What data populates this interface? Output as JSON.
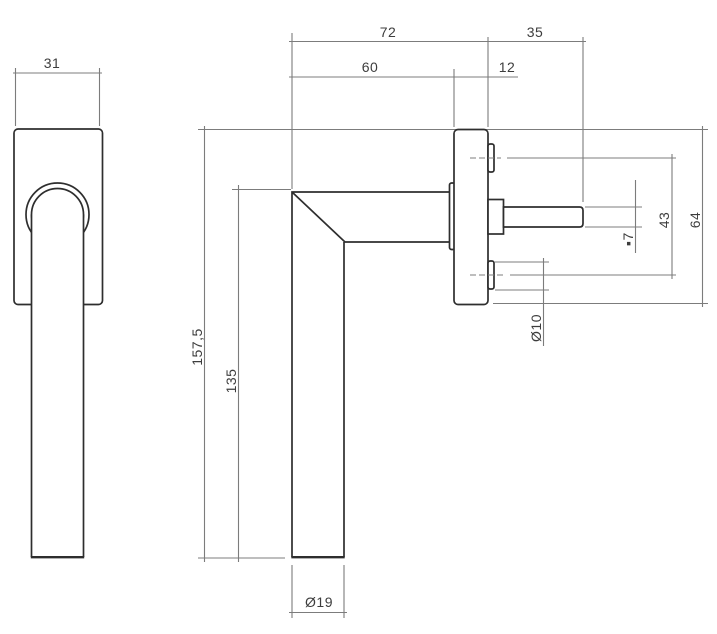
{
  "drawing": {
    "type": "technical-drawing",
    "subject": "window handle with rosette, front and side views with dimensions"
  },
  "dimensions": {
    "front_width": "31",
    "overall_depth": "72",
    "spindle_length": "35",
    "handle_depth": "60",
    "rose_thickness": "12",
    "overall_height": "157,5",
    "grip_length": "135",
    "grip_diameter": "Ø19",
    "spindle_square": "▪7",
    "hole_spacing": "43",
    "rose_height": "64",
    "hole_diameter": "Ø10"
  },
  "colors": {
    "line": "#2e2e2e",
    "dimension_line": "#7c7c7c",
    "text": "#3d3d3d",
    "background": "#ffffff"
  }
}
